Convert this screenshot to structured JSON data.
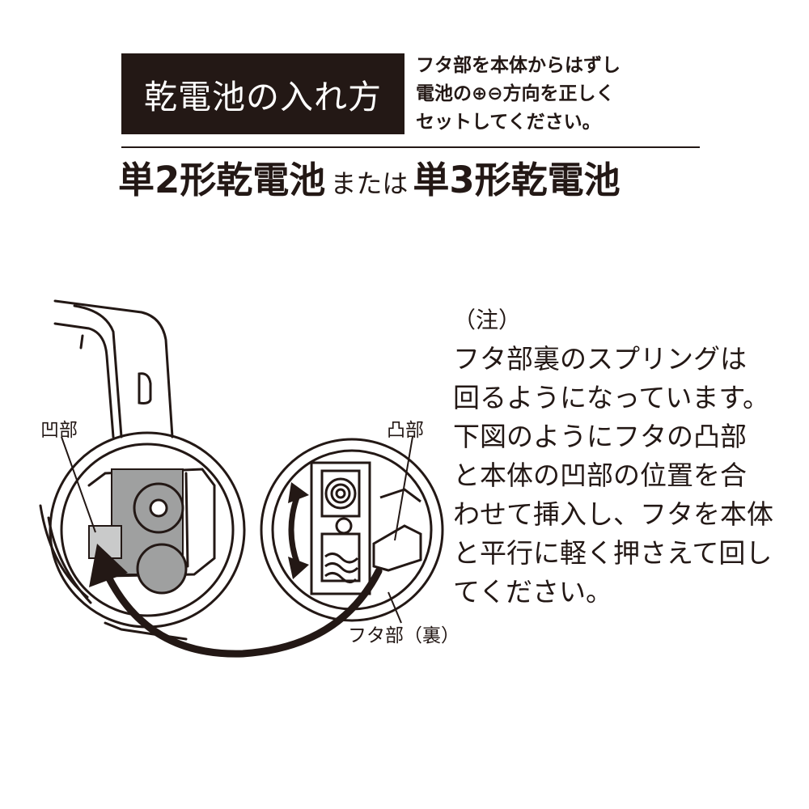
{
  "header": {
    "title": "乾電池の入れ方",
    "instruction": [
      "フタ部を本体からはずし",
      "電池の⊕⊖方向を正しく",
      "セットしてください。"
    ]
  },
  "battery": {
    "type1": "単2形乾電池",
    "connector": "または",
    "type2": "単3形乾電池"
  },
  "note": {
    "heading": "（注）",
    "lines": [
      "フタ部裏のスプリングは",
      "回るようになっています。",
      "下図のようにフタの凸部",
      "と本体の凹部の位置を合",
      "わせて挿入し、フタを本体",
      "と平行に軽く押さえて回し",
      "てください。"
    ]
  },
  "labels": {
    "concave": "凹部",
    "convex": "凸部",
    "lid_back": "フタ部（裏）"
  },
  "colors": {
    "ink": "#231815",
    "battery_gray": "#9fa0a0",
    "light_gray": "#c9caca"
  }
}
